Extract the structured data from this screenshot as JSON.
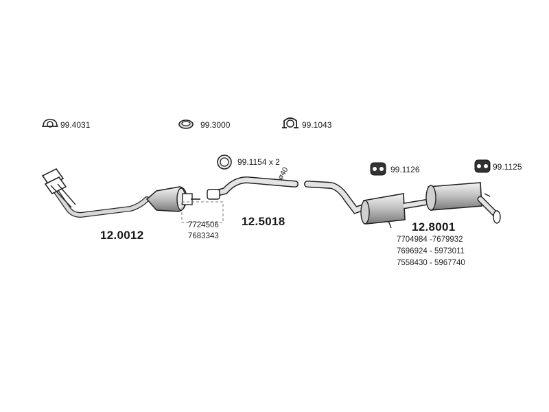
{
  "accessories": {
    "clamp_1": "99.4031",
    "ring_1": "99.3000",
    "clamp_2": "99.1043",
    "ring_2": "99.1154 x 2",
    "hanger_1": "99.1126",
    "hanger_2": "99.1125"
  },
  "parts": {
    "front_pipe": {
      "number": "12.0012",
      "refs": [
        "7724506",
        "7683343"
      ]
    },
    "middle_pipe": {
      "number": "12.5018",
      "diameter": "ø40"
    },
    "rear_silencer": {
      "number": "12.8001",
      "refs": [
        "7704984 -7679932",
        "7696924 - 5973011",
        "7558430 - 5967740"
      ]
    }
  }
}
